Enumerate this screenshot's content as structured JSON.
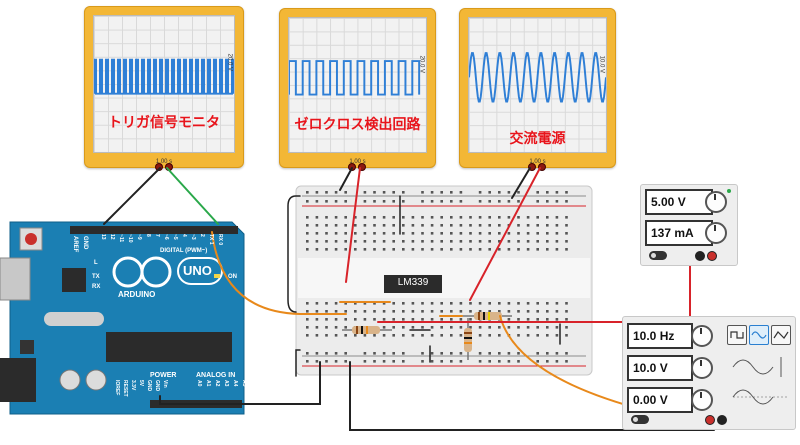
{
  "scopes": [
    {
      "label": "トリガ信号モニタ",
      "timebase": "1.00 s",
      "vdiv": "20.0 V",
      "wave": "pulse"
    },
    {
      "label": "ゼロクロス検出回路",
      "timebase": "1.00 s",
      "vdiv": "20.0 V",
      "wave": "square"
    },
    {
      "label": "交流電源",
      "timebase": "1.00 s",
      "vdiv": "10.0 V",
      "wave": "sine"
    }
  ],
  "power_supply": {
    "voltage": "5.00 V",
    "current": "137 mA"
  },
  "function_generator": {
    "frequency": "10.0 Hz",
    "amplitude": "10.0 V",
    "offset": "0.00 V"
  },
  "breadboard": {
    "ic_label": "LM339"
  },
  "arduino": {
    "logo_text": "UNO",
    "brand": "ARDUINO",
    "digital_label": "DIGITAL (PWM~)",
    "aref": "AREF",
    "gnd": "GND",
    "power_label": "POWER",
    "analog_label": "ANALOG IN",
    "on_label": "ON",
    "tx": "TX",
    "rx": "RX",
    "l": "L",
    "digital_pins": [
      "13",
      "12",
      "~11",
      "~10",
      "~9",
      "8",
      "7",
      "~6",
      "~5",
      "4",
      "~3",
      "2",
      "TX 1",
      "RX 0"
    ],
    "power_pins": [
      "IOREF",
      "RESET",
      "3.3V",
      "5V",
      "GND",
      "GND",
      "Vin"
    ],
    "analog_pins": [
      "A0",
      "A1",
      "A2",
      "A3",
      "A4",
      "A5"
    ]
  },
  "colors": {
    "scope_body": "#f3b736",
    "scope_trace": "#2f7fd6",
    "arduino_blue": "#1b7fb3",
    "wire_red": "#d8232a",
    "wire_black": "#222222",
    "wire_orange": "#e8891b",
    "wire_green": "#2aa84a"
  }
}
